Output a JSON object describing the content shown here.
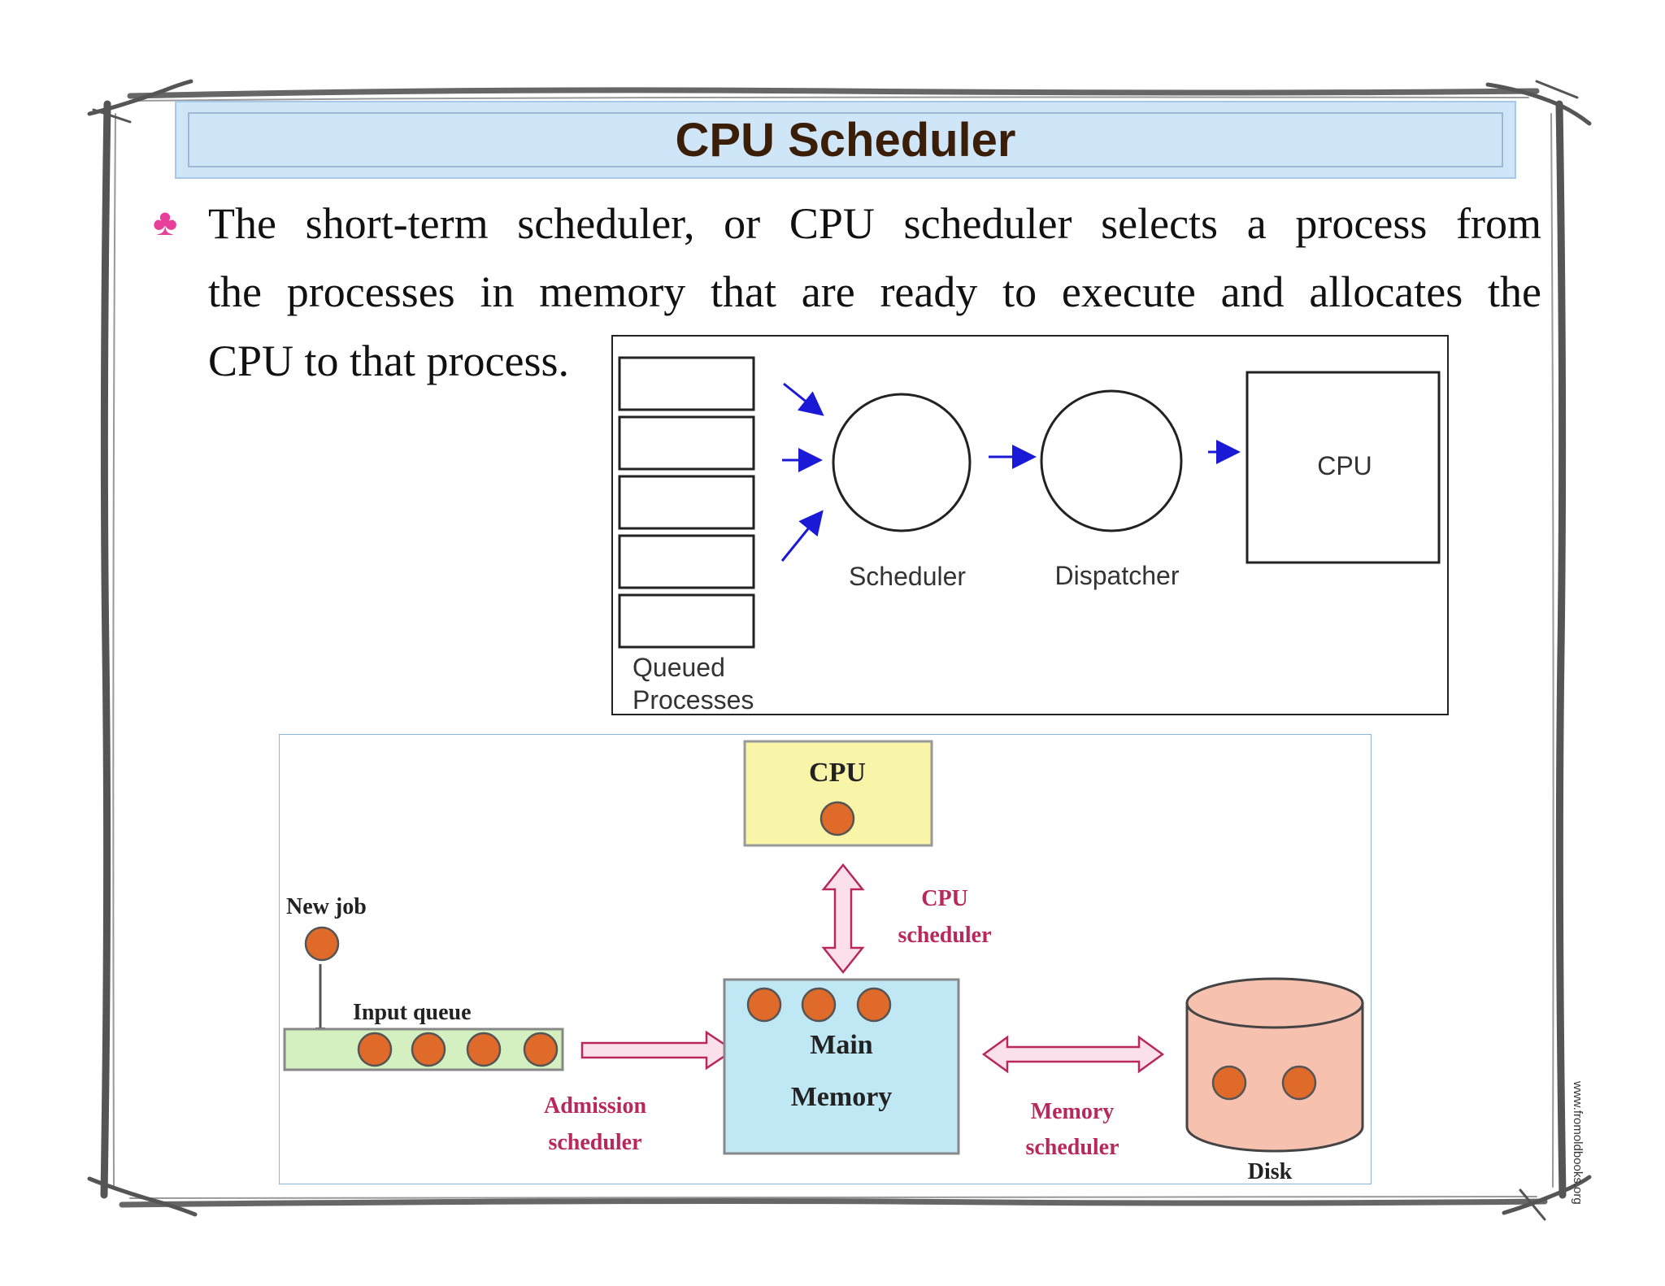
{
  "title": "CPU Scheduler",
  "bullet": {
    "icon": "club-icon",
    "lines": [
      "The short-term scheduler, or CPU scheduler selects a process from",
      "the processes in memory that are ready to execute and allocates the",
      "CPU to that process."
    ]
  },
  "diagram1": {
    "queue_label_1": "Queued",
    "queue_label_2": "Processes",
    "scheduler_label": "Scheduler",
    "dispatcher_label": "Dispatcher",
    "cpu_label": "CPU"
  },
  "diagram2": {
    "cpu_label": "CPU",
    "new_job_label": "New job",
    "input_queue_label": "Input queue",
    "main_memory_label_1": "Main",
    "main_memory_label_2": "Memory",
    "cpu_scheduler_label_1": "CPU",
    "cpu_scheduler_label_2": "scheduler",
    "admission_label_1": "Admission",
    "admission_label_2": "scheduler",
    "memory_scheduler_label_1": "Memory",
    "memory_scheduler_label_2": "scheduler",
    "disk_label": "Disk"
  },
  "watermark": "www.fromoldbooks.org",
  "colors": {
    "title_bg": "#cfe5f8",
    "title_text": "#3b1e08",
    "bullet": "#e8409a",
    "arrow_blue": "#1a1ad6",
    "process_dot": "#e06a2a",
    "cpu_box": "#f8f4a8",
    "memory_box": "#bfe8f4",
    "queue_box": "#d4f0c0",
    "disk": "#f6c1ae",
    "scheduler_text": "#b8285c"
  }
}
